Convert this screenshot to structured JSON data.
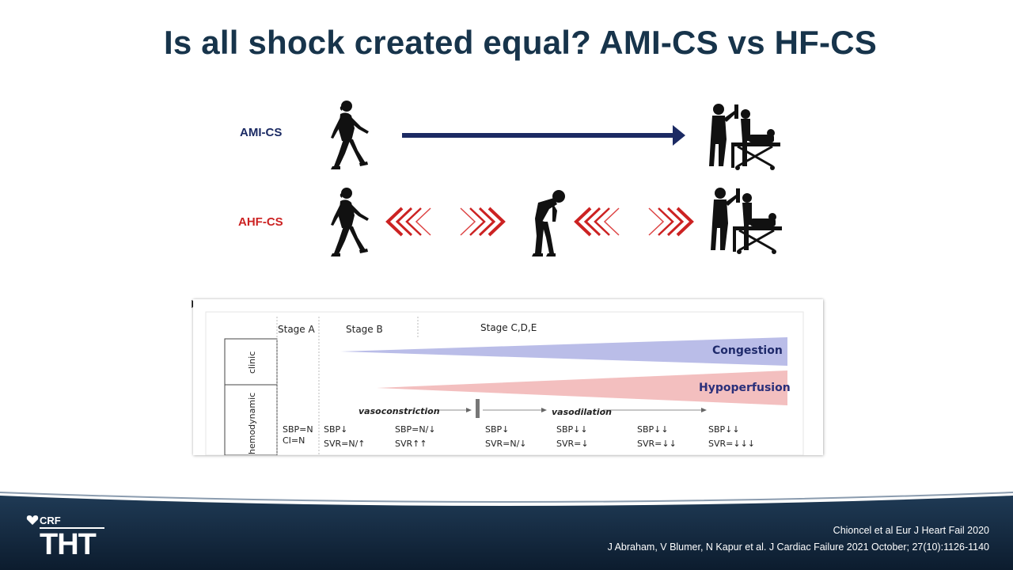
{
  "slide": {
    "title": "Is all shock created equal? AMI-CS vs HF-CS"
  },
  "diagram": {
    "rows": [
      {
        "label": "AMI-CS",
        "color": "#1b2a63"
      },
      {
        "label": "AHF-CS",
        "color": "#cc2222"
      }
    ],
    "icons": [
      "walking-person-icon",
      "hunched-person-icon",
      "resuscitation-stretcher-icon"
    ],
    "arrow_color": "#1b2a63",
    "chevron_color": "#cc2222"
  },
  "stages": {
    "headers": [
      "Stage A",
      "Stage B",
      "Stage C,D,E"
    ],
    "side_labels": [
      "clinic",
      "hemodynamic"
    ],
    "bands": [
      {
        "label": "Congestion",
        "color": "#1f2a6b",
        "fill": "#b3b6e6"
      },
      {
        "label": "Hypoperfusion",
        "color": "#2a2f7a",
        "fill": "#f2b8b8"
      }
    ],
    "flow": [
      "vasoconstriction",
      "vasodilation"
    ],
    "columns": [
      {
        "line1": "SBP=N",
        "line2": "CI=N"
      },
      {
        "line1": "SBP↓",
        "line2": "SVR=N/↑"
      },
      {
        "line1": "SBP=N/↓",
        "line2": "SVR↑↑"
      },
      {
        "line1": "SBP↓",
        "line2": "SVR=N/↓"
      },
      {
        "line1": "SBP↓↓",
        "line2": "SVR=↓"
      },
      {
        "line1": "SBP↓↓",
        "line2": "SVR=↓↓"
      },
      {
        "line1": "SBP↓↓",
        "line2": "SVR=↓↓↓"
      }
    ]
  },
  "footer": {
    "logo_small": "CRF",
    "logo_big": "THT",
    "citation_1": "Chioncel et al Eur J Heart Fail 2020",
    "citation_2": "J Abraham, V Blumer, N Kapur et al. J Cardiac Failure 2021 October; 27(10):1126-1140"
  }
}
